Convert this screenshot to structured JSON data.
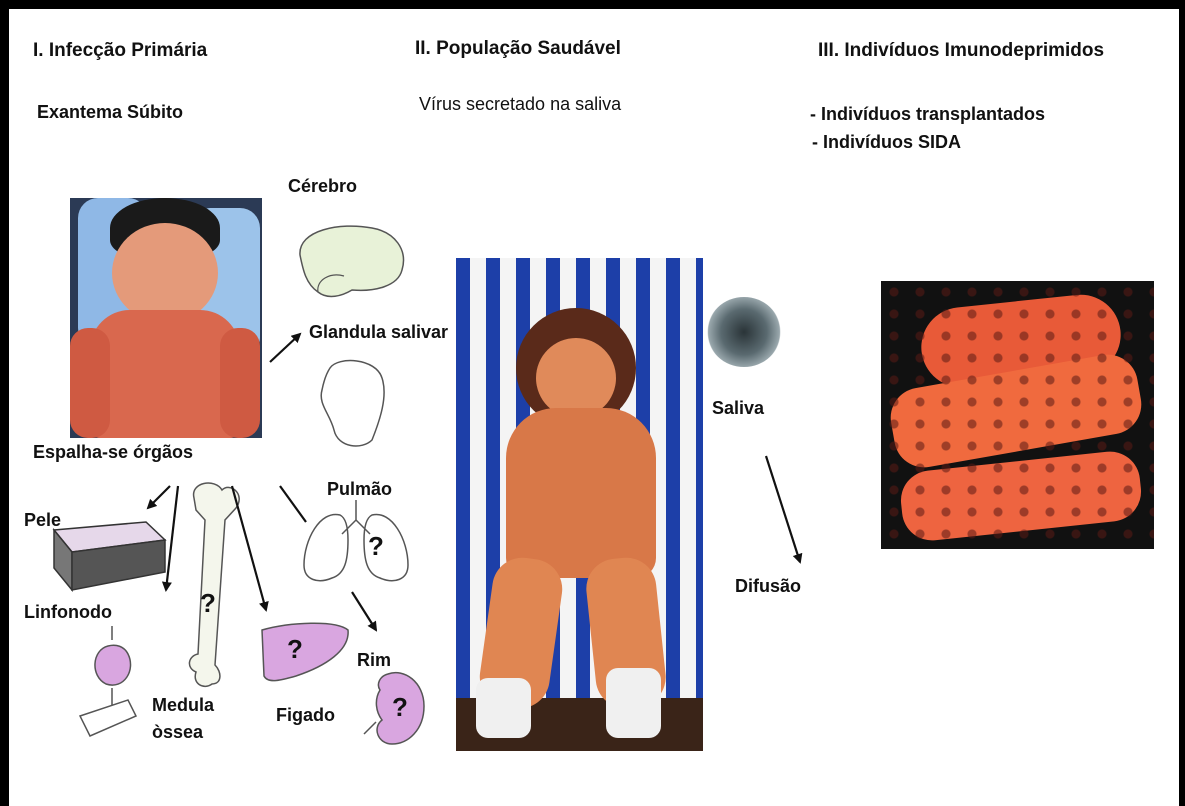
{
  "headers": {
    "primary_infection": "I. Infecção Primária",
    "healthy_population": "II. População Saudável",
    "immunodepressed": "III. Indivíduos Imunodeprimidos"
  },
  "subheaders": {
    "exanthem": "Exantema Súbito",
    "virus_saliva": "Vírus secretado na saliva",
    "transplanted": "- Indivíduos transplantados",
    "aids": "-  Indivíduos SIDA"
  },
  "organs": {
    "brain": "Cérebro",
    "salivary_gland": "Glandula salivar",
    "spreads": "Espalha-se órgãos",
    "lung": "Pulmão",
    "skin": "Pele",
    "lymph_node": "Linfonodo",
    "bone_marrow_1": "Medula",
    "bone_marrow_2": "òssea",
    "liver": "Figado",
    "kidney": "Rim"
  },
  "transmission": {
    "saliva": "Saliva",
    "diffusion": "Difusão"
  },
  "unknown_marker": "?",
  "colors": {
    "organ_purple": "#d9a6e0",
    "brain_green": "#e8f2d8",
    "rash_red": "#e0503a"
  }
}
